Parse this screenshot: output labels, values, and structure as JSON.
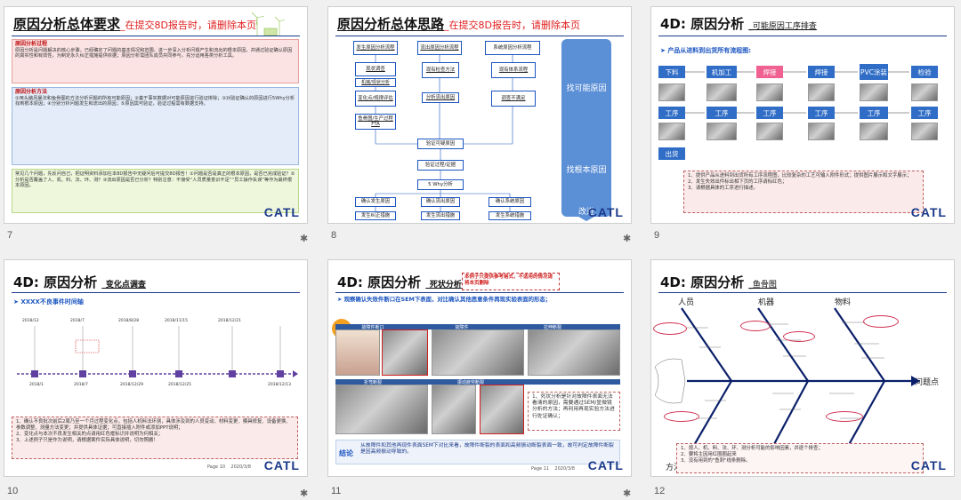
{
  "slides": [
    {
      "num": "7",
      "title": "原因分析总体要求",
      "note": "_在提交8D报告时，请删除本页",
      "sections": [
        {
          "heading": "原因分析过程",
          "text": "原因分析是问题解决的核心步骤，已经确定了问题的基本情况和范围，进一步深入分析问题产生和流出的根本原因，并通过验证确认原因的真实性和有效性，为制定永久纠正措施提供依据；原因分析需团队成员共同参与，充分运用各类分析工具。"
        },
        {
          "heading": "原因分析方法",
          "text": "①用头脑风暴法和鱼骨图的方法分析问题的所有可能原因；②基于事实数据对可能原因进行验证排除；③对验证确认的原因进行5Why分析找到根本原因；④分别分析问题发生和流出的原因；⑤原因需可验证，验证过程需有数据支持。"
        },
        {
          "heading": "",
          "text": "常见几个问题，先反问自己，把证明资料添加在本8D报告中无疑问后可提交8D报告！①问题是否是真正的根本原因，是否已完成验证？②分析是否覆盖了人、机、料、法、环、测？③流出原因是否已分析？特别注意：不接受“人员质量意识不足”“员工操作失误”等作为最终根本原因。"
        }
      ]
    },
    {
      "num": "8",
      "title": "原因分析总体思路",
      "note": "_在提交8D报告时，请删除本页",
      "boxes": [
        "发生原因分析流程",
        "流出原因分析流程",
        "系统原因分析流程",
        "现状调查",
        "机械/现状分析",
        "现有检查方法",
        "现有体系流程",
        "变化点/规律评估",
        "分析流出原因",
        "调查不满足",
        "鱼骨图/生产过程FTA",
        "验证可疑原因",
        "验证过程/证据",
        "5 Why分析",
        "确认发生原因",
        "确认流出原因",
        "确认系统原因",
        "发生纠正措施",
        "发生流出措施",
        "发生系统措施"
      ],
      "side": [
        "找可能原因",
        "找根本原因",
        "改进"
      ]
    },
    {
      "num": "9",
      "title": "4D: 原因分析",
      "sub": "_可能原因工序排查",
      "lead": "产品从进料到出货所有流程图:",
      "row1": [
        "下料",
        "机加工",
        "焊接",
        "焊接",
        "PVC涂装",
        "检验"
      ],
      "row2": [
        "工序",
        "工序",
        "工序",
        "工序",
        "工序",
        "工序"
      ],
      "row3": [
        "出货"
      ],
      "notes": [
        "1、提供产品从进料到出货所有工序流程图，比较复杂的工艺可输入附件形式；提供图片展示和文字展示；",
        "2、发生失效出件标出相下页的工序请标红色；",
        "3、请根据具体的工序进行描述。"
      ]
    },
    {
      "num": "10",
      "title": "4D: 原因分析",
      "sub": "_变化点调查",
      "lead": "XXXX不良事件时间轴",
      "dates": [
        "2018/1",
        "2018/7",
        "2018/12/29",
        "2018/12/25",
        "2018/12/13"
      ],
      "top_dates": [
        "2018/12",
        "2018/7",
        "2018/8/28",
        "2018/11/15",
        "2018/12/21"
      ],
      "notes": [
        "1、确认不良批次前后2周乃至一个月过程变化点，包括人机料法环测，具体涉及到的人员变动、材料变更、模具修复、设备更换、参数调整、测量方法变更；并提供具体证据；可直接插入附件或添加PPT说明；",
        "2、变化点与本次不良发生相关的点请用红色框标识并说明为何相关；",
        "3、上述例子只是作为说明，请根据案件实际具体说明，切勿照搬！"
      ],
      "page": "Page 10",
      "date": "2020/3/8"
    },
    {
      "num": "11",
      "title": "4D: 原因分析",
      "sub": "_死状分析",
      "warn": "本例子只提供参考格式，不适用的情况请将本页删除",
      "lead": "观察确认失效件断口在SEM下表面，对比确认其他恶意条件再现实验表面的形态；",
      "labels": [
        "故障件断口",
        "故障件",
        "拉伸断裂",
        "折弯断裂",
        "振动疲劳断裂"
      ],
      "callout": "1、死状分析是针对故障件表面无法看清的原因，需要通过SEM/显微镜分析的方法；再利用再现实验方法进行佐证确认；",
      "conclusion_lbl": "结论",
      "conclusion": "从故障件和其他再现件表面SEM下对比来看，故障件断裂的表面和高频振动断裂表面一致，故可判定故障件断裂是因高频振动导致的。",
      "badge": "例子",
      "page": "Page 11",
      "date": "2020/3/8"
    },
    {
      "num": "12",
      "title": "4D: 原因分析",
      "sub": "_鱼骨图",
      "cats": [
        "人员",
        "机器",
        "物料",
        "方法",
        "问题点"
      ],
      "notes": [
        "1、按人、机、料、法、环、测分析可能的影响因素，并逐个排查；",
        "2、要将主因用红圈圈起来",
        "3、没有用到的\"鱼刺\"线条删除。"
      ]
    }
  ],
  "brand": "CATL"
}
